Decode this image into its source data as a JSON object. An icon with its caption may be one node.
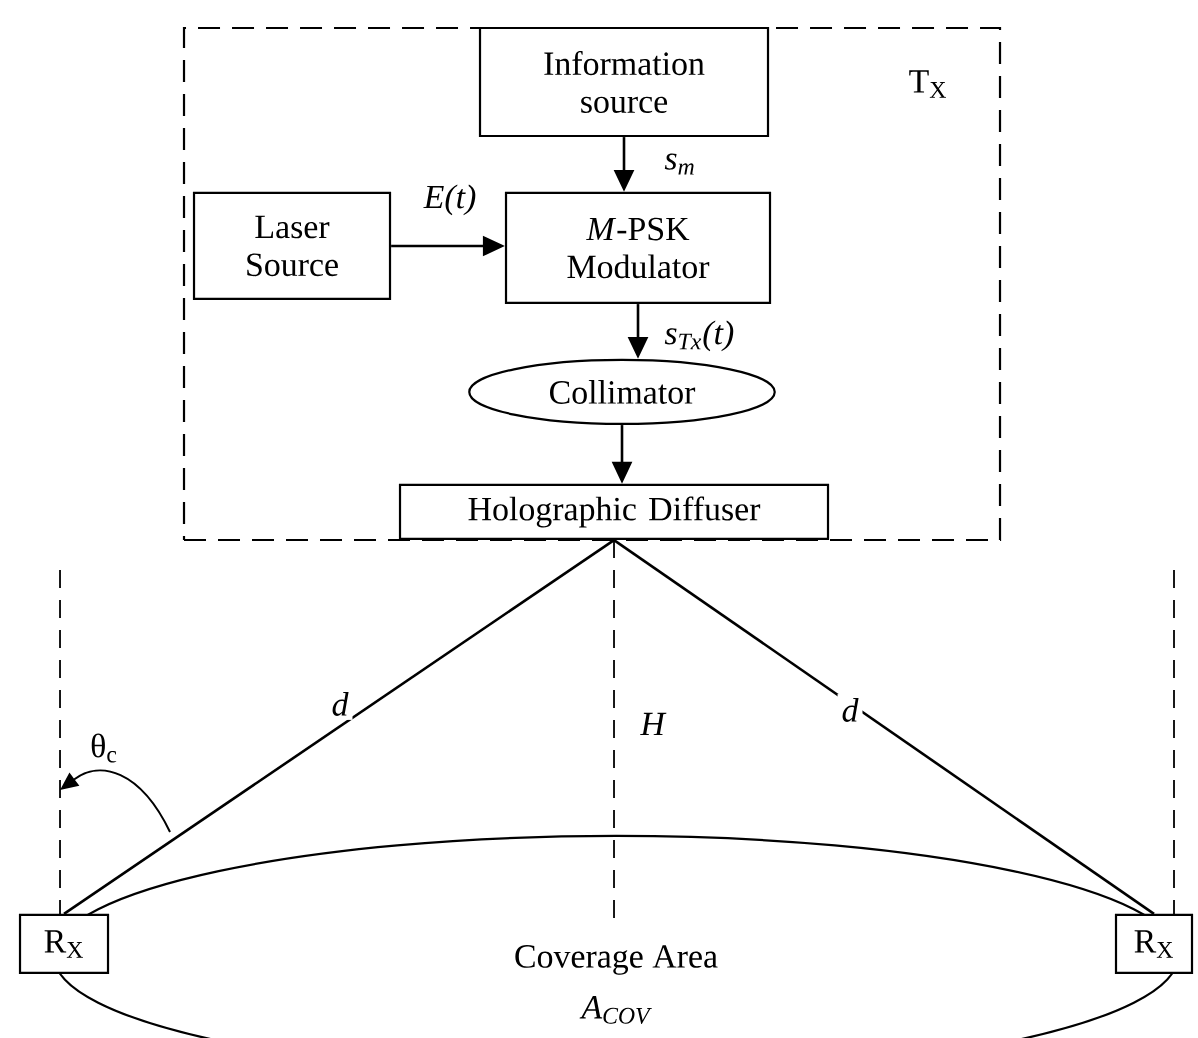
{
  "diagram": {
    "nodes": [
      {
        "text": [
          "T$_{X}$"
        ]
      },
      {
        "text": [
          "Information source"
        ],
        "in": 0
      },
      {
        "text": [
          "Laser Source"
        ],
        "in": 0
      },
      {
        "text": [
          "*M*-PSK Modulator"
        ],
        "in": 0
      },
      {
        "text": [
          "Collimator"
        ],
        "in": 0
      },
      {
        "text": [
          "Holographic Diffuser"
        ],
        "in": 0
      },
      {
        "text": [
          "R$_{X}$"
        ]
      },
      {
        "text": [
          "R$_{X}$"
        ]
      },
      {
        "text": [
          "Coverage Area",
          "A$_{COV}$"
        ]
      }
    ],
    "edges": [
      {
        "from": 1,
        "to": 3,
        "arrow": "to",
        "label": "s$_{m}$"
      },
      {
        "from": 2,
        "to": 3,
        "arrow": "to",
        "label": "E(t)"
      },
      {
        "from": 3,
        "to": 4,
        "arrow": "to",
        "label": "s$_{Tx}$(t)"
      },
      {
        "from": 4,
        "to": 5,
        "arrow": "to"
      },
      {
        "from": 5,
        "to": 6,
        "arrow": "none",
        "label": "d"
      },
      {
        "from": 5,
        "to": 7,
        "arrow": "none",
        "label": "d"
      },
      {
        "from": 5,
        "to": 8,
        "arrow": "none",
        "style": "dashed",
        "label": "H"
      }
    ],
    "labels": [
      "θ$_{c}$"
    ]
  }
}
